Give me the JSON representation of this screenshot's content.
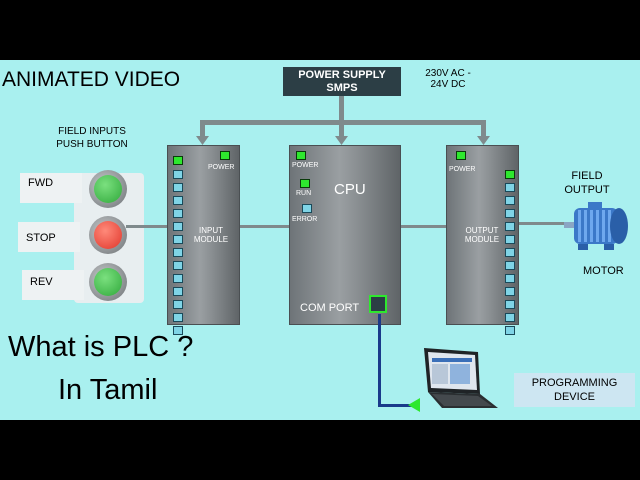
{
  "header": {
    "title": "ANIMATED VIDEO"
  },
  "power_supply": {
    "line1": "POWER SUPPLY",
    "line2": "SMPS",
    "rating1": "230V AC -",
    "rating2": "24V DC"
  },
  "field_inputs": {
    "line1": "FIELD INPUTS",
    "line2": "PUSH BUTTON"
  },
  "buttons": [
    {
      "label": "FWD",
      "color": "#2fa83a"
    },
    {
      "label": "STOP",
      "color": "#e0352a"
    },
    {
      "label": "REV",
      "color": "#2fa83a"
    }
  ],
  "input_module": {
    "power": "POWER",
    "line1": "INPUT",
    "line2": "MODULE"
  },
  "cpu": {
    "title": "CPU",
    "power": "POWER",
    "run": "RUN",
    "error": "ERROR",
    "com_port": "COM PORT"
  },
  "output_module": {
    "power": "POWER",
    "line1": "OUTPUT",
    "line2": "MODULE"
  },
  "field_output": {
    "line1": "FIELD",
    "line2": "OUTPUT",
    "motor": "MOTOR"
  },
  "caption": {
    "line1": "What is PLC ?",
    "line2": "In Tamil"
  },
  "programming_device": {
    "line1": "PROGRAMMING",
    "line2": "DEVICE"
  },
  "colors": {
    "background": "#a9f0ef",
    "psu": "#2c3e45",
    "led": "#2ee82e",
    "link": "#1a3a8a"
  }
}
